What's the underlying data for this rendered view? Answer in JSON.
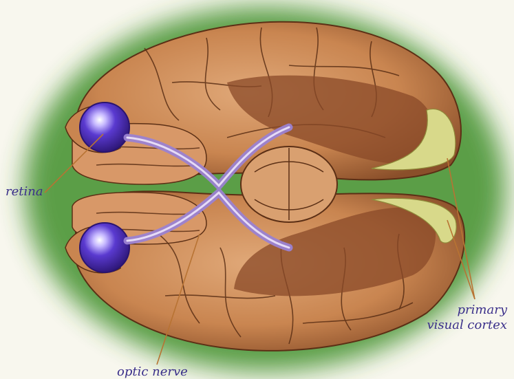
{
  "labels": {
    "retina": "retina",
    "optic_nerve": "optic nerve",
    "primary_visual_cortex_line1": "primary",
    "primary_visual_cortex_line2": "visual cortex"
  },
  "colors": {
    "background": "#f8f7ee",
    "glow": "#3f8f2a",
    "brain": "#c98550",
    "brain_shadow": "#7a4424",
    "eye": "#4b2bb0",
    "nerve": "#b29ad8",
    "cortex_highlight": "#d8d98a",
    "leader_line": "#b87333",
    "label_text": "#3a2f8a"
  },
  "icons": [
    "left-eye-icon",
    "right-eye-icon"
  ]
}
